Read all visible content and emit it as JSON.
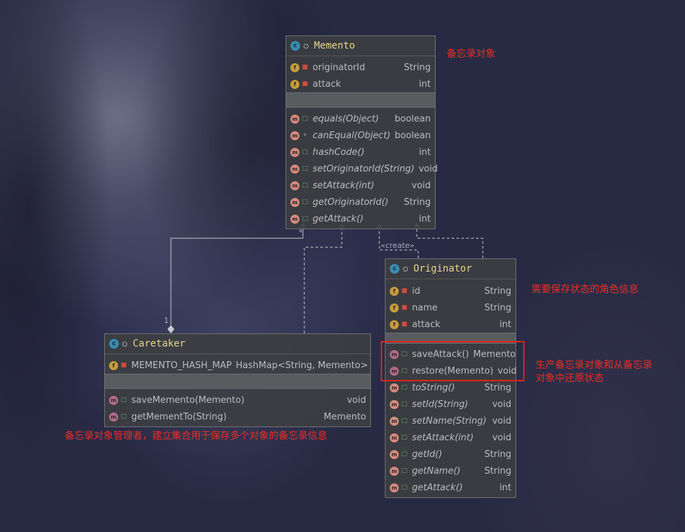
{
  "classes": {
    "memento": {
      "name": "Memento",
      "fields": [
        {
          "name": "originatorId",
          "type": "String"
        },
        {
          "name": "attack",
          "type": "int"
        }
      ],
      "methods": [
        {
          "name": "equals(Object)",
          "type": "boolean"
        },
        {
          "name": "canEqual(Object)",
          "type": "boolean"
        },
        {
          "name": "hashCode()",
          "type": "int"
        },
        {
          "name": "setOriginatorId(String)",
          "type": "void"
        },
        {
          "name": "setAttack(int)",
          "type": "void"
        },
        {
          "name": "getOriginatorId()",
          "type": "String"
        },
        {
          "name": "getAttack()",
          "type": "int"
        }
      ]
    },
    "originator": {
      "name": "Originator",
      "fields": [
        {
          "name": "id",
          "type": "String"
        },
        {
          "name": "name",
          "type": "String"
        },
        {
          "name": "attack",
          "type": "int"
        }
      ],
      "methods": [
        {
          "name": "saveAttack()",
          "type": "Memento"
        },
        {
          "name": "restore(Memento)",
          "type": "void"
        },
        {
          "name": "toString()",
          "type": "String"
        },
        {
          "name": "setId(String)",
          "type": "void"
        },
        {
          "name": "setName(String)",
          "type": "void"
        },
        {
          "name": "setAttack(int)",
          "type": "void"
        },
        {
          "name": "getId()",
          "type": "String"
        },
        {
          "name": "getName()",
          "type": "String"
        },
        {
          "name": "getAttack()",
          "type": "int"
        }
      ]
    },
    "caretaker": {
      "name": "Caretaker",
      "fields": [
        {
          "name": "MEMENTO_HASH_MAP",
          "type": "HashMap<String, Memento>"
        }
      ],
      "methods": [
        {
          "name": "saveMemento(Memento)",
          "type": "void"
        },
        {
          "name": "getMementTo(String)",
          "type": "Memento"
        }
      ]
    }
  },
  "relations": {
    "creates_label": "«create»",
    "mult_star": "*",
    "mult_one": "1"
  },
  "notes": {
    "memento": "备忘录对象",
    "originator": "需要保存状态的角色信息",
    "highlight_line1": "生产备忘录对象和从备忘录",
    "highlight_line2": "对象中还原状态",
    "caretaker": "备忘录对象管理者，建立集合用于保存多个对象的备忘录信息"
  },
  "colors": {
    "note_red": "#ec2c24",
    "class_name": "#e7d48d"
  }
}
